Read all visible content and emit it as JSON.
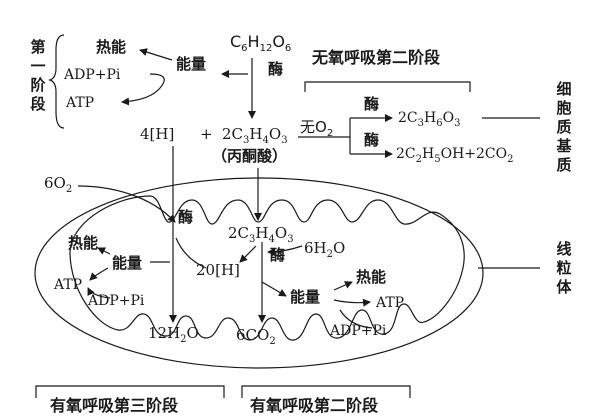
{
  "stage1": {
    "label": "第一阶段",
    "glucose": "C6H12O6",
    "enzyme": "酶",
    "heat": "热能",
    "energy": "能量",
    "adp": "ADP+Pi",
    "atp": "ATP",
    "h4": "4[H]",
    "plus": "+",
    "pyruvate_formula": "2C3H4O3",
    "pyruvate_name": "（丙酮酸）"
  },
  "anaerobic": {
    "title": "无氧呼吸第二阶段",
    "no_o2": "无O2",
    "enzyme": "酶",
    "lactate": "2C3H6O3",
    "ethanol": "2C2H5OH+2CO2"
  },
  "cytoplasm_label": "细胞质基质",
  "mitochondria_label": "线粒体",
  "aerobic": {
    "o2": "6O2",
    "enzyme": "酶",
    "pyruvate": "2C3H4O3",
    "water_in": "6H2O",
    "h20": "20[H]",
    "stage3": {
      "heat": "热能",
      "energy": "能量",
      "atp": "ATP",
      "adp": "ADP+Pi",
      "water_out": "12H2O",
      "label": "有氧呼吸第三阶段"
    },
    "stage2": {
      "heat": "热能",
      "energy": "能量",
      "atp": "ATP",
      "adp": "ADP+Pi",
      "co2": "6CO2",
      "label": "有氧呼吸第二阶段"
    }
  }
}
